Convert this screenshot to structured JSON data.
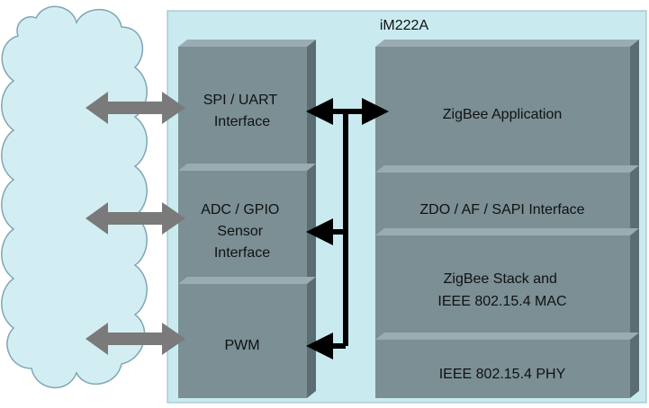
{
  "module": {
    "title": "iM222A"
  },
  "interfaces": [
    {
      "lines": [
        "SPI / UART",
        "Interface"
      ]
    },
    {
      "lines": [
        "ADC / GPIO",
        "Sensor",
        "Interface"
      ]
    },
    {
      "lines": [
        "PWM"
      ]
    }
  ],
  "stack": [
    {
      "lines": [
        "ZigBee Application"
      ]
    },
    {
      "lines": [
        "ZDO / AF / SAPI Interface"
      ]
    },
    {
      "lines": [
        "ZigBee Stack and",
        "IEEE 802.15.4 MAC"
      ]
    },
    {
      "lines": [
        "IEEE 802.15.4 PHY"
      ]
    }
  ],
  "colors": {
    "cloud_fill": "#d3eef3",
    "cloud_stroke": "#7fa5b3",
    "module_fill": "#c9ebf0",
    "block_face": "#7b8f95",
    "block_side": "#5a6d72",
    "block_top": "#9aacb1",
    "arrow_gray": "#7a7a7a",
    "bus_black": "#000000"
  }
}
